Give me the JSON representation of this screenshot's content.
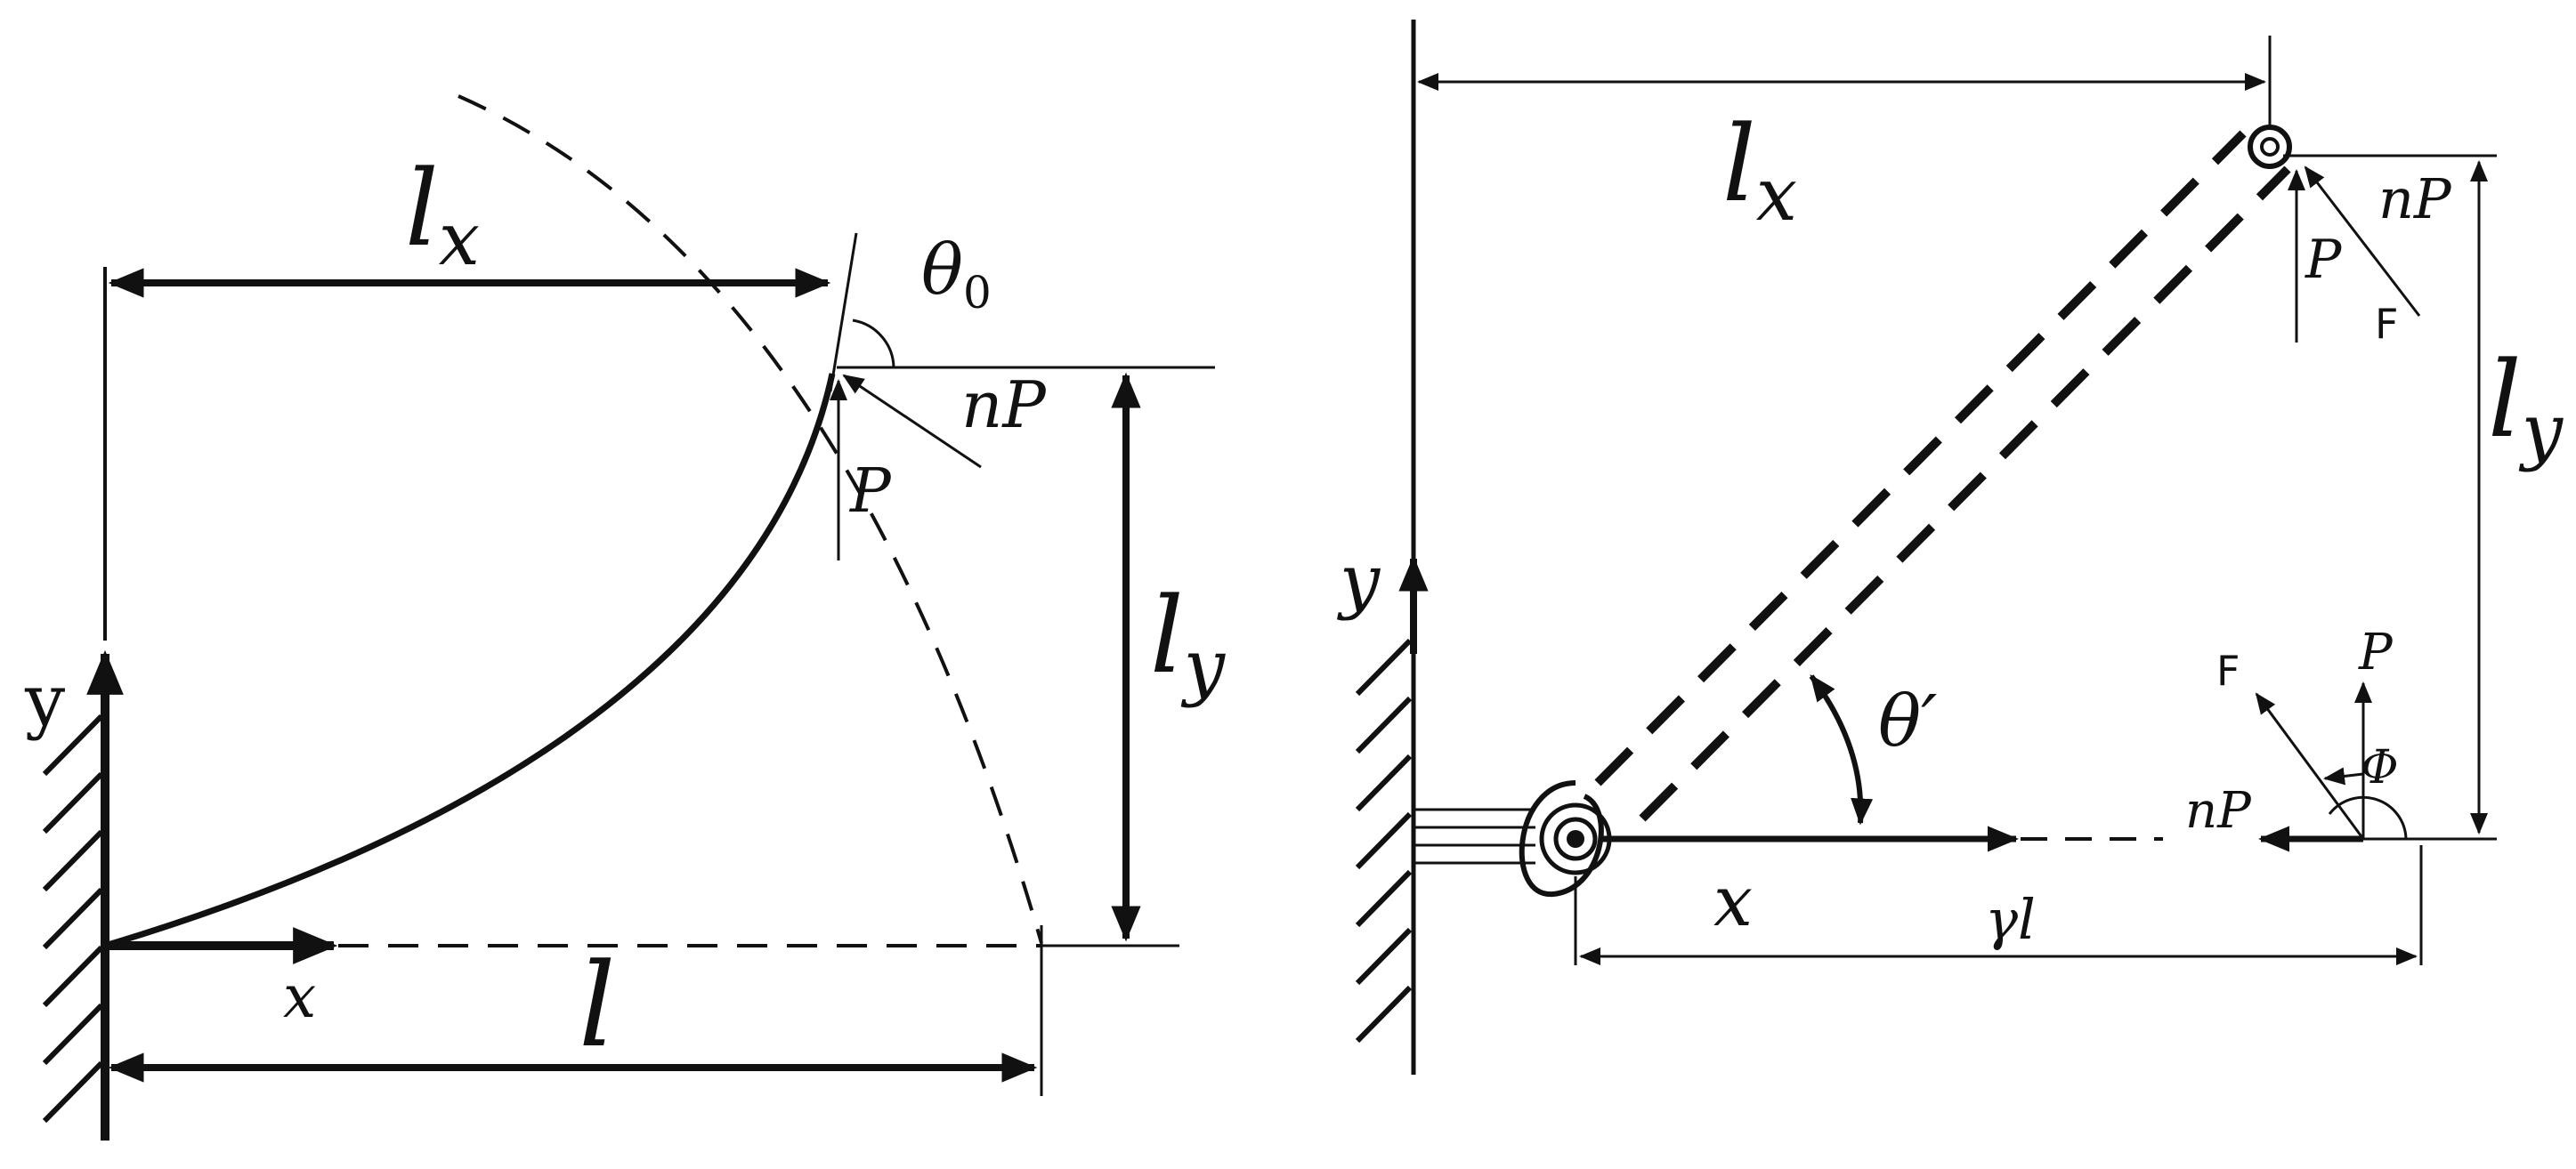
{
  "left_panel": {
    "lx": {
      "base": "l",
      "sub": "x"
    },
    "theta0": {
      "base": "θ",
      "sub": "0"
    },
    "nP": "nP",
    "P": "P",
    "ly": {
      "base": "l",
      "sub": "y"
    },
    "y": "y",
    "x": "x",
    "l": "l"
  },
  "right_panel": {
    "lx": {
      "base": "l",
      "sub": "x"
    },
    "nP_top": "nP",
    "P_top": "P",
    "F_top": "F",
    "ly": {
      "base": "l",
      "sub": "y"
    },
    "y": "y",
    "theta_prime": "θ′",
    "F_bottom": "F",
    "P_bottom": "P",
    "phi": "Φ",
    "nP_bottom": "nP",
    "x": "x",
    "gamma_l": "γl"
  }
}
